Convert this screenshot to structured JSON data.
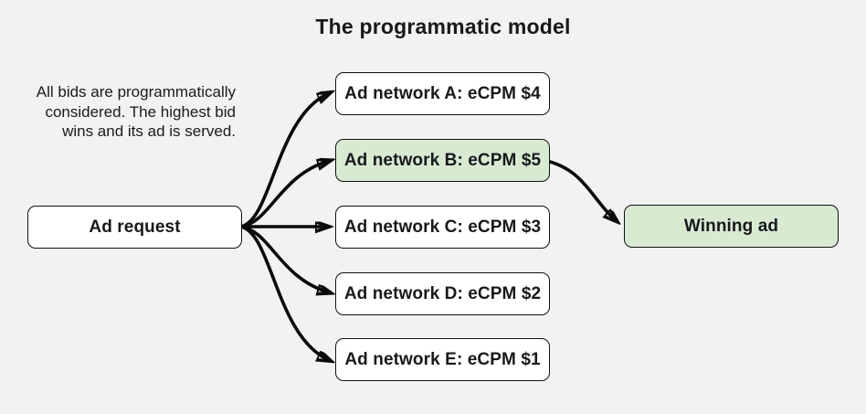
{
  "title": "The programmatic model",
  "caption": {
    "line1": "All bids are programmatically",
    "line2": "considered. The highest bid",
    "line3": "wins and its ad is served."
  },
  "request": {
    "label": "Ad request"
  },
  "networks": [
    {
      "id": "A",
      "label": "Ad network A: eCPM $4",
      "ecpm": 4,
      "highlighted": false
    },
    {
      "id": "B",
      "label": "Ad network B: eCPM $5",
      "ecpm": 5,
      "highlighted": true
    },
    {
      "id": "C",
      "label": "Ad network C: eCPM $3",
      "ecpm": 3,
      "highlighted": false
    },
    {
      "id": "D",
      "label": "Ad network D: eCPM $2",
      "ecpm": 2,
      "highlighted": false
    },
    {
      "id": "E",
      "label": "Ad network E: eCPM $1",
      "ecpm": 1,
      "highlighted": false
    }
  ],
  "winner": {
    "label": "Winning ad"
  },
  "connections": [
    {
      "from": "Ad request",
      "to": "Ad network A: eCPM $4"
    },
    {
      "from": "Ad request",
      "to": "Ad network B: eCPM $5"
    },
    {
      "from": "Ad request",
      "to": "Ad network C: eCPM $3"
    },
    {
      "from": "Ad request",
      "to": "Ad network D: eCPM $2"
    },
    {
      "from": "Ad request",
      "to": "Ad network E: eCPM $1"
    },
    {
      "from": "Ad network B: eCPM $5",
      "to": "Winning ad"
    }
  ],
  "colors": {
    "background": "#f1f2f1",
    "box_fill": "#ffffff",
    "highlight_fill": "#d9ead3",
    "border": "#111111",
    "arrow": "#0b0b0b",
    "text": "#17191c"
  }
}
